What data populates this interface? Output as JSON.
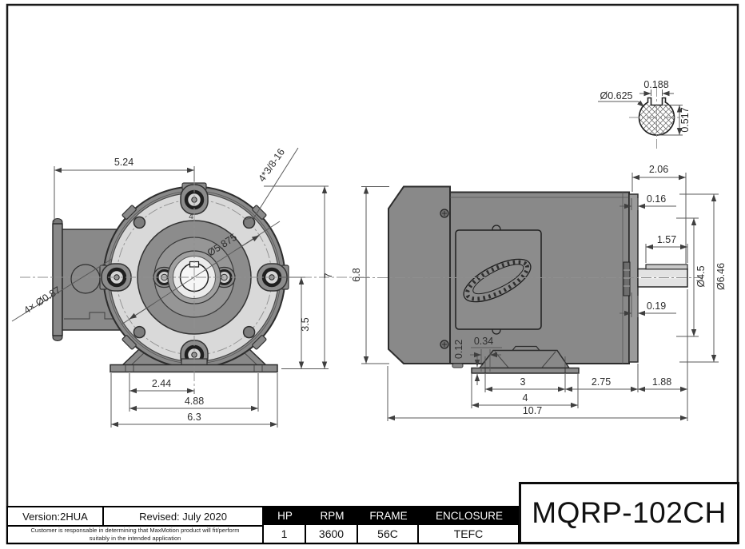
{
  "colors": {
    "body_gray": "#898989",
    "flange_gray": "#d9d9d9",
    "outline": "#2d2d2d",
    "dimension_line": "#5a5a5a",
    "spec_header_bg": "#000000"
  },
  "front_view": {
    "top_width": "5.24",
    "thread_callout": "4*3/8-16",
    "bolt_circle_dia": "Ø5.875",
    "overall_height": "7",
    "center_height": "3.5",
    "slot_to_center": "2.44",
    "slot_span": "4.88",
    "base_width": "6.3",
    "conduit_hole_callout": "4× Ø0.87",
    "hole_count_marker": "4"
  },
  "side_view": {
    "shaft_overhang": "2.06",
    "flange_thickness": "0.16",
    "shaft_length": "1.57",
    "pilot_dia": "Ø4.5",
    "flange_dia": "Ø6.46",
    "shaft_step": "0.19",
    "body_height": "6.8",
    "pad_height": "0.12",
    "slot_width": "0.34",
    "slot_span": "3",
    "foot_length": "4",
    "flange_to_foot": "2.75",
    "shaft_extension": "1.88",
    "overall_length": "10.7"
  },
  "shaft_section": {
    "key_width": "0.188",
    "shaft_dia": "Ø0.625",
    "flat_height": "0.517"
  },
  "title_block": {
    "version": "Version:2HUA",
    "revised": "Revised: July 2020",
    "disclaimer_line1": "Customer is responsable in determining that MaxMotion product will fit/perform",
    "disclaimer_line2": "suitably in the intended application",
    "model": "MQRP-102CH",
    "specs": {
      "headers": {
        "hp": "HP",
        "rpm": "RPM",
        "frame": "FRAME",
        "enclosure": "ENCLOSURE"
      },
      "values": {
        "hp": "1",
        "rpm": "3600",
        "frame": "56C",
        "enclosure": "TEFC"
      }
    }
  }
}
